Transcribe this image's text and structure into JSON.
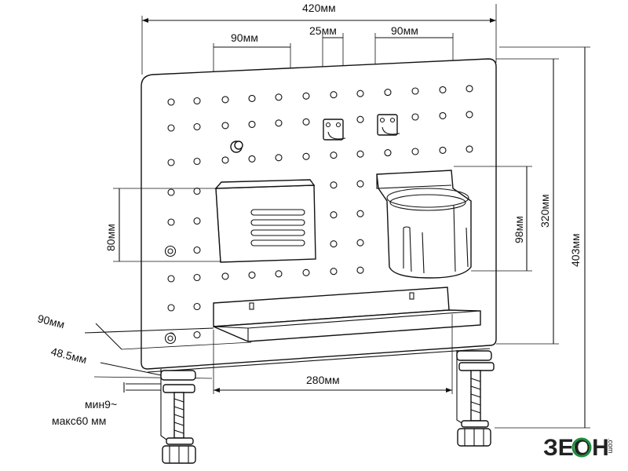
{
  "dimensions": {
    "total_width": "420мм",
    "box_width": "90мм",
    "hook_width": "25мм",
    "cup_width": "90мм",
    "box_height": "80мм",
    "cup_height": "98мм",
    "board_height": "320мм",
    "total_height": "403мм",
    "shelf_depth": "90мм",
    "clamp_offset": "48.5мм",
    "shelf_length": "280мм",
    "clamp_min": "мин9~",
    "clamp_max": "макс60 мм"
  },
  "brand": {
    "logo_text": "ЗЕОН",
    "logo_suffix": ".com",
    "accent_color": "#1a8f3c"
  }
}
